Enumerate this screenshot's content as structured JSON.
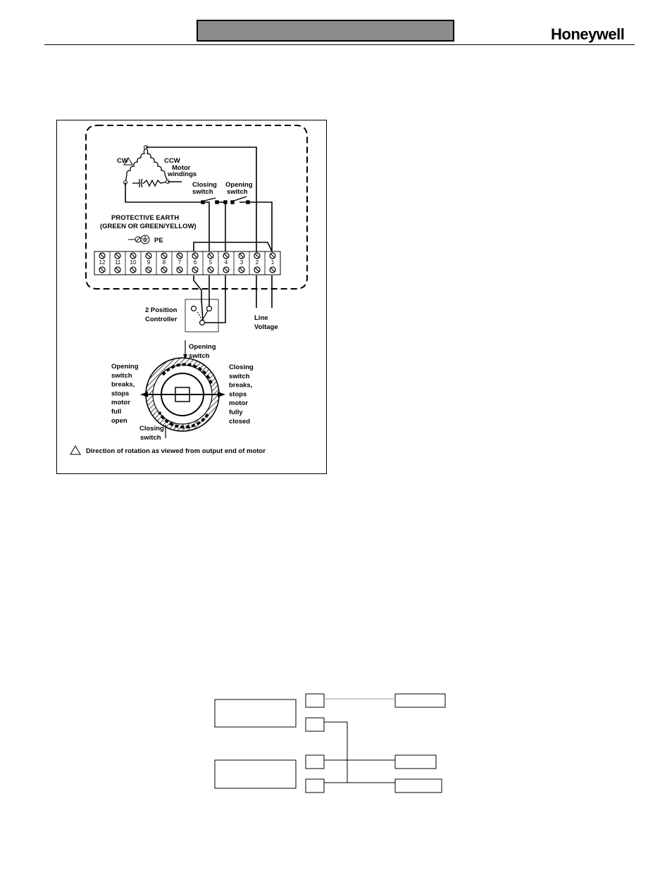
{
  "header": {
    "brand": "Honeywell"
  },
  "wiring_diagram": {
    "cw_label": "CW",
    "ccw_label": "CCW",
    "motor_windings_label": [
      "Motor",
      "windings"
    ],
    "closing_switch_label": [
      "Closing",
      "switch"
    ],
    "opening_switch_label": [
      "Opening",
      "switch"
    ],
    "protective_earth_label": [
      "PROTECTIVE EARTH",
      "(GREEN OR GREEN/YELLOW)"
    ],
    "pe_label": "PE",
    "terminals": [
      "12",
      "11",
      "10",
      "9",
      "8",
      "7",
      "6",
      "5",
      "4",
      "3",
      "2",
      "1"
    ],
    "controller_label": [
      "2 Position",
      "Controller"
    ],
    "line_voltage_label": [
      "Line",
      "Voltage"
    ],
    "cam_opening_switch_label": [
      "Opening",
      "switch"
    ],
    "cam_left_note": [
      "Opening",
      "switch",
      "breaks,",
      "stops",
      "motor",
      "full",
      "open"
    ],
    "cam_right_note": [
      "Closing",
      "switch",
      "breaks,",
      "stops",
      "motor",
      "fully",
      "closed"
    ],
    "cam_closing_switch_label": [
      "Closing",
      "switch"
    ],
    "rotation_note": "Direction of rotation as viewed from output end of motor"
  }
}
